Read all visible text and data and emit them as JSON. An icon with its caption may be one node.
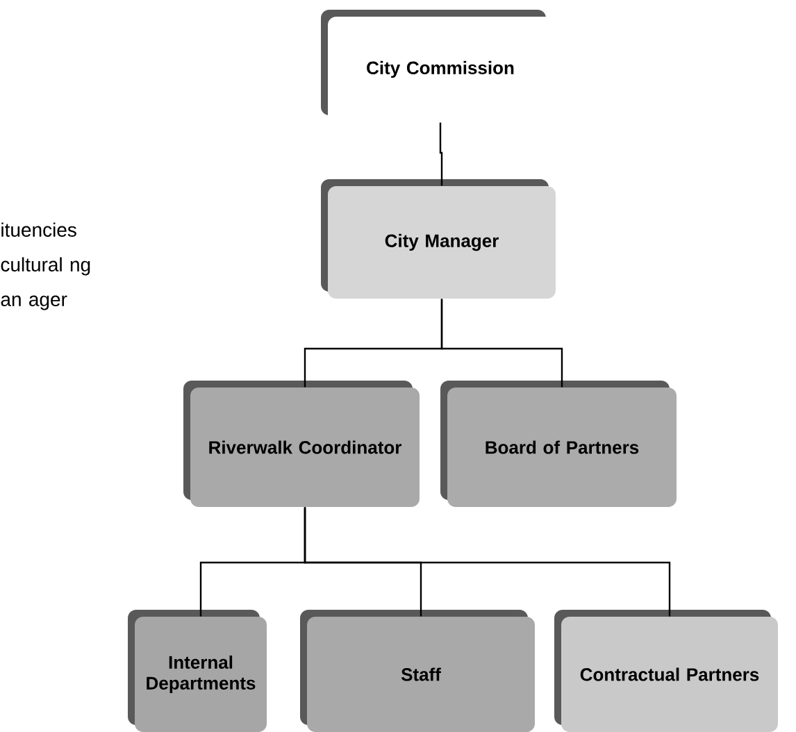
{
  "diagram": {
    "nodes": [
      {
        "text": [
          "City Commission"
        ]
      },
      {
        "text": [
          "City Manager"
        ]
      },
      {
        "text": [
          "Riverwalk Coordinator"
        ]
      },
      {
        "text": [
          "Board of Partners"
        ]
      },
      {
        "text": [
          "Internal Departments"
        ]
      },
      {
        "text": [
          "Staff"
        ]
      },
      {
        "text": [
          "Contractual Partners"
        ]
      }
    ],
    "edges": [
      {
        "from": 0,
        "to": 1,
        "arrow": "none"
      },
      {
        "from": 1,
        "to": 2,
        "arrow": "none"
      },
      {
        "from": 1,
        "to": 3,
        "arrow": "none"
      },
      {
        "from": 2,
        "to": 4,
        "arrow": "none"
      },
      {
        "from": 2,
        "to": 5,
        "arrow": "none"
      },
      {
        "from": 2,
        "to": 6,
        "arrow": "none"
      }
    ],
    "labels": [
      "ituencies cultural ng an ager"
    ]
  }
}
